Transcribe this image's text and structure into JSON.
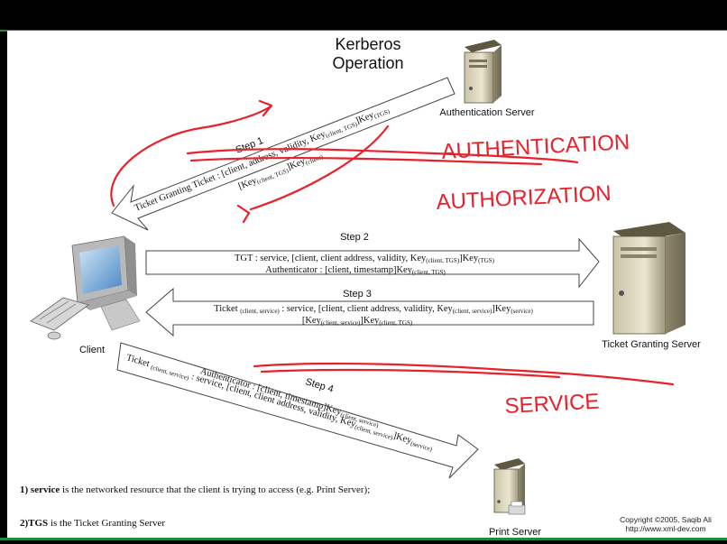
{
  "title": {
    "line1": "Kerberos",
    "line2": "Operation"
  },
  "nodes": {
    "auth_server": "Authentication Server",
    "tgs_server": "Ticket Granting Server",
    "client": "Client",
    "print_server": "Print Server"
  },
  "steps": {
    "step1": {
      "label": "Step 1",
      "line1": {
        "a": "Ticket Granting Ticket : [client, address, validity, Key",
        "sub1": "(client, TGS)",
        "b": "]Key",
        "sub2": "(TGS)"
      },
      "line2": {
        "a": "[Key",
        "sub1": "(client, TGS)",
        "b": "]Key",
        "sub2": "(client)"
      }
    },
    "step2": {
      "label": "Step 2",
      "line1": {
        "a": "TGT : service, [client, client address, validity, Key",
        "sub1": "(client, TGS)",
        "b": "]Key",
        "sub2": "(TGS)"
      },
      "line2": {
        "a": "Authenticator : [client, timestamp]Key",
        "sub1": "(client, TGS)"
      }
    },
    "step3": {
      "label": "Step 3",
      "line1": {
        "a": "Ticket ",
        "sub0": "(client, service)",
        "b": " : service, [client, client address, validity, Key",
        "sub1": "(client, service)",
        "c": "]Key",
        "sub2": "(service)"
      },
      "line2": {
        "a": "[Key",
        "sub1": "(client, service)",
        "b": "]Key",
        "sub2": "(client, TGS)"
      }
    },
    "step4": {
      "label": "Step 4",
      "line1": {
        "a": "Ticket ",
        "sub0": "(client, service)",
        "b": " : service, [client, client address, validity, Key",
        "sub1": "(client, service)",
        "c": "]Key",
        "sub2": "(service)"
      },
      "line2": {
        "a": "Authenticator : [client, timestamp]Key",
        "sub1": "(client, service)"
      }
    }
  },
  "annotations": {
    "authentication": "AUTHENTICATION",
    "authorization": "AUTHORIZATION",
    "service": "SERVICE",
    "ink_color": "#e8222b"
  },
  "footnotes": {
    "note1_bold": "1) service",
    "note1_rest": " is the networked resource that the client is trying to access  (e.g. Print Server);",
    "note2_bold": "2)TGS",
    "note2_rest": " is the Ticket Granting Server"
  },
  "copyright": {
    "line1": "Copyright ©2005, Saqib Ali",
    "line2": "http://www.xml-dev.com"
  },
  "icons": [
    "server-icon",
    "computer-icon",
    "keyboard-icon",
    "mouse-icon",
    "printer-icon"
  ]
}
